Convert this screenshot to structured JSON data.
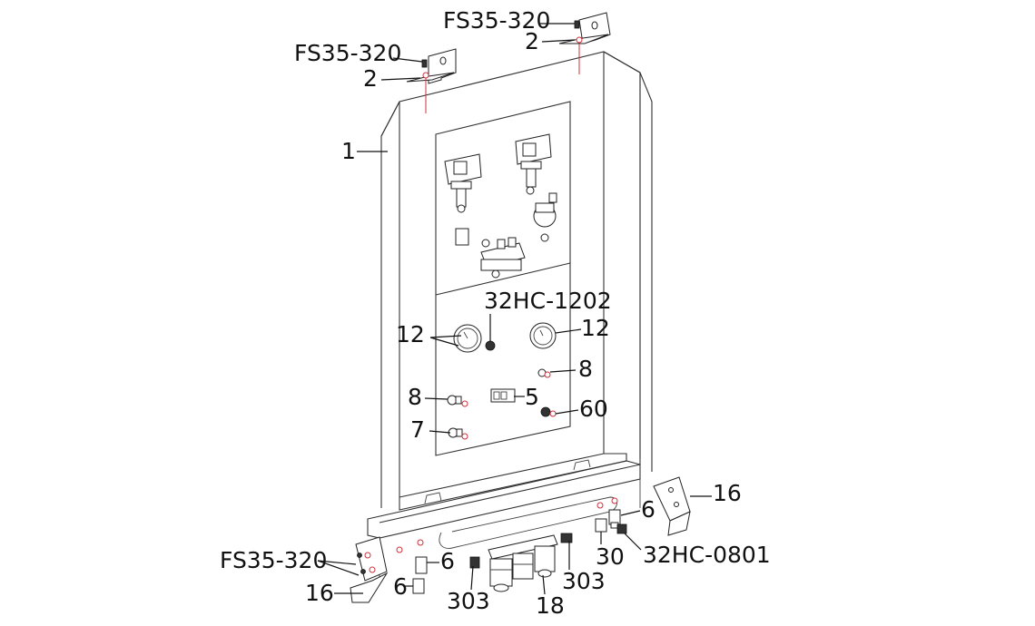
{
  "labels": {
    "fs_top_right": "FS35-320",
    "two_top_right": "2",
    "fs_top_left": "FS35-320",
    "two_top_left": "2",
    "one": "1",
    "hc1202": "32HC-1202",
    "twelve_left": "12",
    "twelve_right": "12",
    "eight_right": "8",
    "eight_left": "8",
    "five": "5",
    "sixty": "60",
    "seven": "7",
    "sixteen_right": "16",
    "six_right": "6",
    "thirty": "30",
    "hc0801": "32HC-0801",
    "fs_bottom": "FS35-320",
    "six_mid": "6",
    "sixteen_left": "16",
    "six_bottom": "6",
    "three03_left": "303",
    "three03_right": "303",
    "eighteen": "18"
  }
}
